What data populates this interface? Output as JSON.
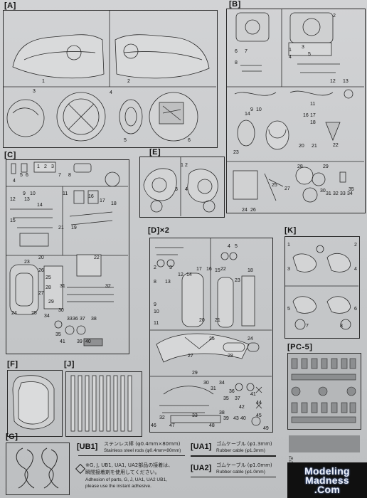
{
  "sections": {
    "A": "[A]",
    "B": "[B]",
    "C": "[C]",
    "E": "[E]",
    "D": "[D]×2",
    "K": "[K]",
    "F": "[F]",
    "J": "[J]",
    "PC5": "[PC-5]",
    "G": "[G]"
  },
  "parts": {
    "ub1": {
      "tag": "[UB1]",
      "jp": "ステンレス棒 (φ0.4mm×80mm)",
      "en": "Stainless steel rods (φ0.4mm×80mm)"
    },
    "ua1": {
      "tag": "[UA1]",
      "jp": "ゴムケーブル (φ1.3mm)",
      "en": "Rubber cable (φ1.3mm)"
    },
    "ua2": {
      "tag": "[UA2]",
      "jp": "ゴムケーブル (φ1.0mm)",
      "en": "Rubber cable (φ1.0mm)"
    }
  },
  "adhesive_note": {
    "jp1": "※G, J, UB1, UA1, UA2部品の接着は、",
    "jp2": "瞬間接着剤を使用してください。",
    "en1": "Adhesion of parts, G, J, UA1, UA2 UB1,",
    "en2": "please use the instant adhesive."
  },
  "watermark": {
    "line1": "Modeling",
    "line2": "Madness",
    "line3": ".Com"
  },
  "side_text": "Te Ta Ur ©"
}
